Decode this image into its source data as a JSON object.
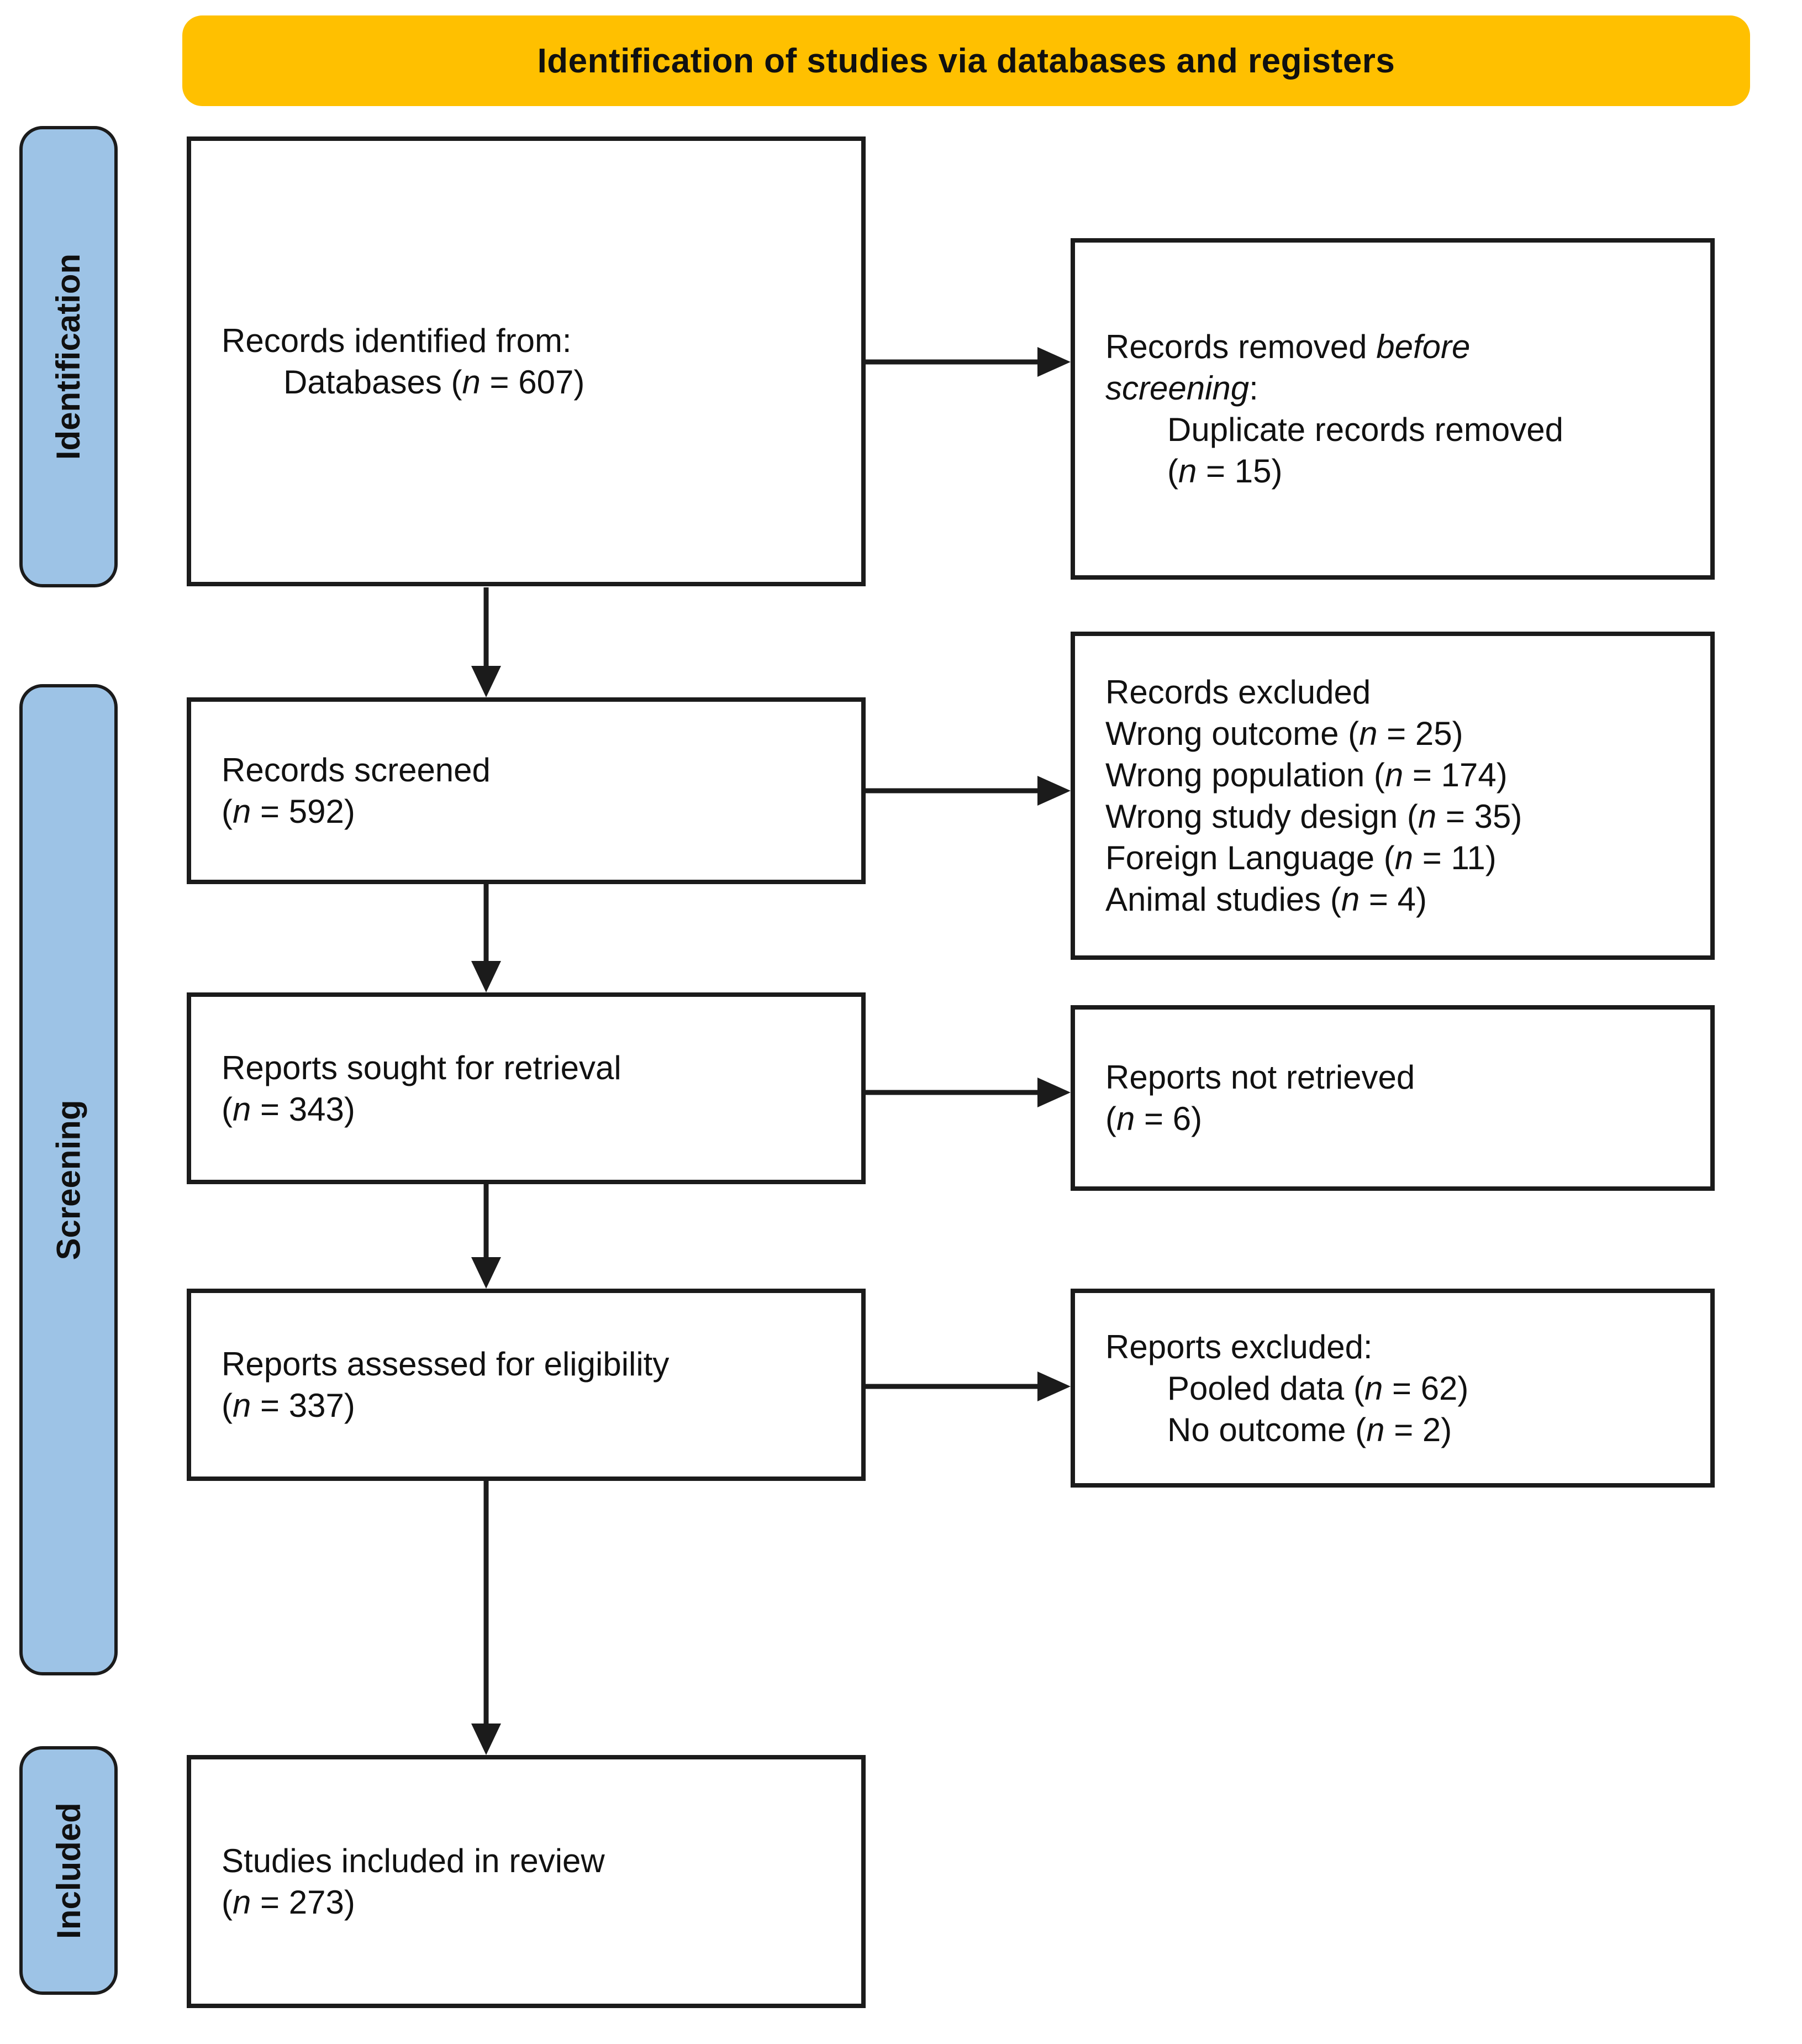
{
  "colors": {
    "banner_bg": "#FFC000",
    "tab_bg": "#9DC3E6",
    "border": "#1B1B1B",
    "text": "#111111",
    "arrow": "#1B1B1B",
    "page_bg": "#FFFFFF"
  },
  "banner": {
    "title": "Identification of studies via databases and registers"
  },
  "sidebar": {
    "labels": [
      {
        "id": "identification",
        "label": "Identification"
      },
      {
        "id": "screening",
        "label": "Screening"
      },
      {
        "id": "included",
        "label": "Included"
      }
    ]
  },
  "flow": {
    "records_identified": {
      "lines": [
        {
          "text": "Records identified from:",
          "indent": 0
        },
        {
          "text": "Databases (*n* = 607)",
          "indent": 1
        }
      ]
    },
    "records_removed": {
      "lines": [
        {
          "text": "Records removed *before*",
          "indent": 0
        },
        {
          "text": "*screening*:",
          "indent": 0
        },
        {
          "text": "Duplicate records removed",
          "indent": 1
        },
        {
          "text": "(*n* = 15)",
          "indent": 1
        }
      ]
    },
    "records_screened": {
      "lines": [
        {
          "text": "Records screened",
          "indent": 0
        },
        {
          "text": "(*n* = 592)",
          "indent": 0
        }
      ]
    },
    "records_excluded": {
      "lines": [
        {
          "text": "Records excluded",
          "indent": 0
        },
        {
          "text": "Wrong outcome (*n* = 25)",
          "indent": 0
        },
        {
          "text": "Wrong population (*n* = 174)",
          "indent": 0
        },
        {
          "text": "Wrong study design (*n* = 35)",
          "indent": 0
        },
        {
          "text": "Foreign Language (*n* = 11)",
          "indent": 0
        },
        {
          "text": "Animal studies (*n* = 4)",
          "indent": 0
        }
      ]
    },
    "reports_sought": {
      "lines": [
        {
          "text": "Reports sought for retrieval",
          "indent": 0
        },
        {
          "text": "(*n* = 343)",
          "indent": 0
        }
      ]
    },
    "reports_not_retrieved": {
      "lines": [
        {
          "text": "Reports not retrieved",
          "indent": 0
        },
        {
          "text": "(*n* = 6)",
          "indent": 0
        }
      ]
    },
    "reports_assessed": {
      "lines": [
        {
          "text": "Reports assessed for eligibility",
          "indent": 0
        },
        {
          "text": "(*n* = 337)",
          "indent": 0
        }
      ]
    },
    "reports_excluded": {
      "lines": [
        {
          "text": "Reports excluded:",
          "indent": 0
        },
        {
          "text": "Pooled data (*n* = 62)",
          "indent": 1
        },
        {
          "text": "No outcome (*n* = 2)",
          "indent": 1
        }
      ]
    },
    "studies_included": {
      "lines": [
        {
          "text": "Studies included in review",
          "indent": 0
        },
        {
          "text": "(*n* = 273)",
          "indent": 0
        }
      ]
    }
  }
}
